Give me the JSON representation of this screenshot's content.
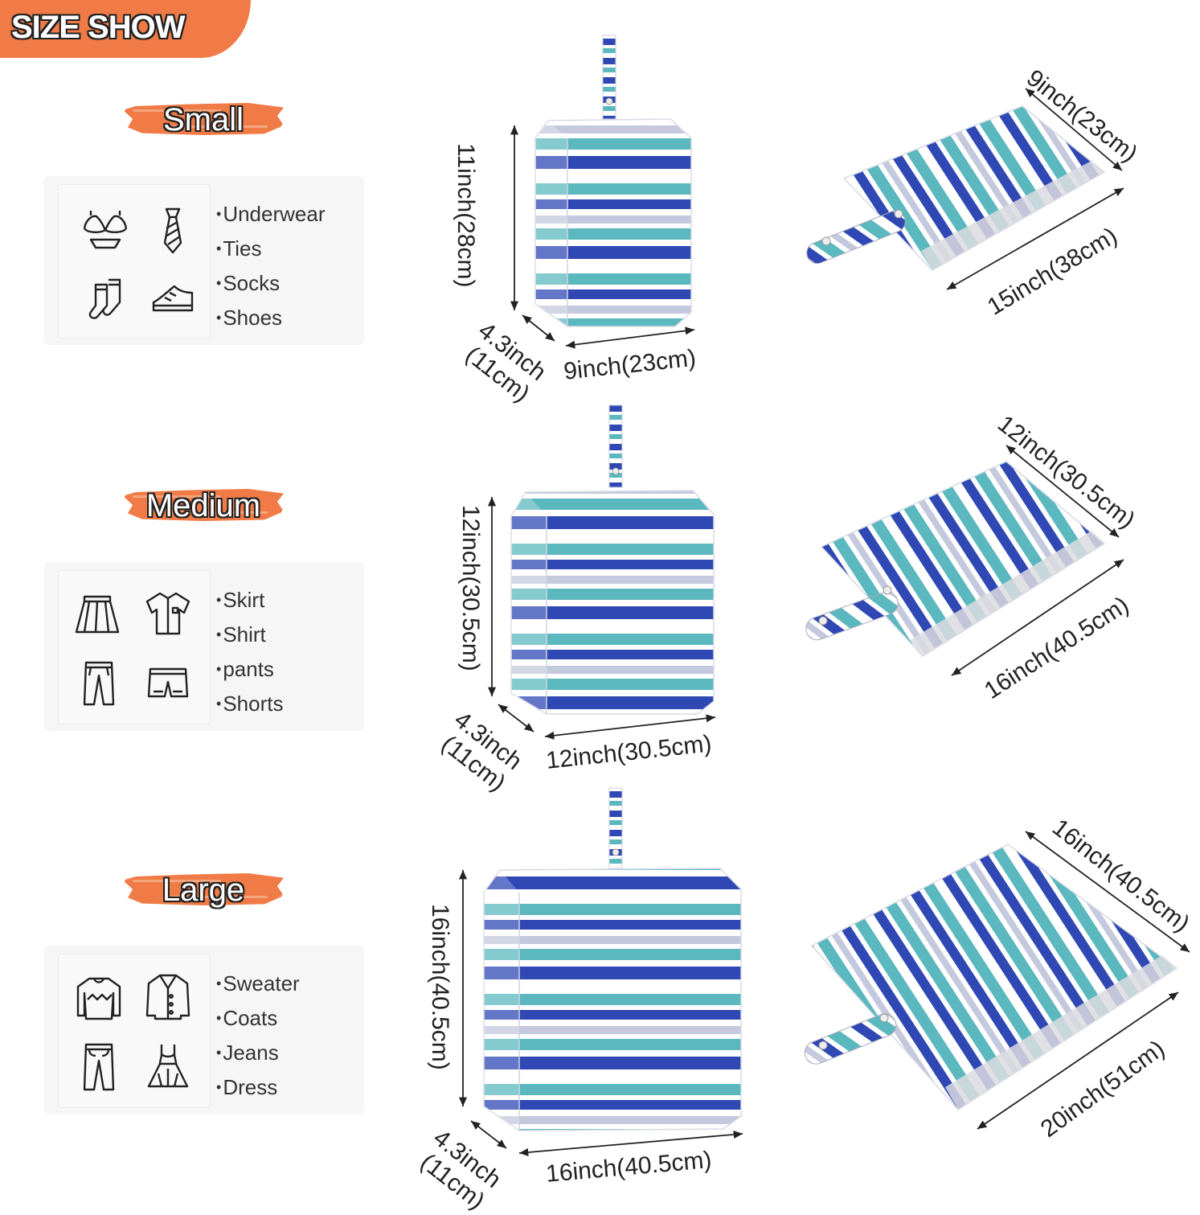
{
  "banner": {
    "title": "SIZE SHOW"
  },
  "colors": {
    "accent": "#f07b46",
    "stripe_dark": "#2f48b4",
    "stripe_teal": "#5bb8bf",
    "stripe_grey": "#c4c9dd"
  },
  "sizes": [
    {
      "label": "Small",
      "icons": [
        "bra-icon",
        "tie-icon",
        "socks-icon",
        "shoe-icon"
      ],
      "items": [
        "Underwear",
        "Ties",
        "Socks",
        "Shoes"
      ],
      "bag_height": "11inch(28cm)",
      "bag_depth": "4.3inch",
      "bag_depth_cm": "(11cm)",
      "bag_width": "9inch(23cm)",
      "flat_width": "9inch(23cm)",
      "flat_length": "15inch(38cm)"
    },
    {
      "label": "Medium",
      "icons": [
        "skirt-icon",
        "shirt-icon",
        "pants-icon",
        "shorts-icon"
      ],
      "items": [
        "Skirt",
        "Shirt",
        "pants",
        "Shorts"
      ],
      "bag_height": "12inch(30.5cm)",
      "bag_depth": "4.3inch",
      "bag_depth_cm": "(11cm)",
      "bag_width": "12inch(30.5cm)",
      "flat_width": "12inch(30.5cm)",
      "flat_length": "16inch(40.5cm)"
    },
    {
      "label": "Large",
      "icons": [
        "sweater-icon",
        "coat-icon",
        "jeans-icon",
        "dress-icon"
      ],
      "items": [
        "Sweater",
        "Coats",
        "Jeans",
        "Dress"
      ],
      "bag_height": "16inch(40.5cm)",
      "bag_depth": "4.3inch",
      "bag_depth_cm": "(11cm)",
      "bag_width": "16inch(40.5cm)",
      "flat_width": "16inch(40.5cm)",
      "flat_length": "20inch(51cm)"
    }
  ]
}
